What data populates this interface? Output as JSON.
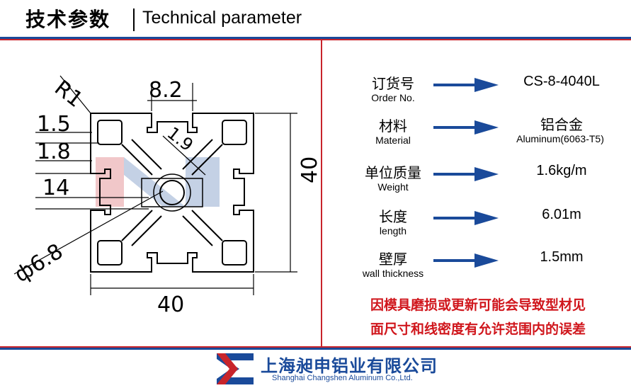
{
  "header": {
    "title_cn": "技术参数",
    "title_en": "Technical parameter"
  },
  "drawing": {
    "dim_r": "R1",
    "dim_slot": "8.2",
    "dim_1_5": "1.5",
    "dim_1_8": "1.8",
    "dim_1_9": "1.9",
    "dim_14": "14",
    "dim_height": "40",
    "dim_width": "40",
    "dim_hole": "ф6.8"
  },
  "params": [
    {
      "label_cn": "订货号",
      "label_en": "Order No.",
      "value": "CS-8-4040L",
      "sub": ""
    },
    {
      "label_cn": "材料",
      "label_en": "Material",
      "value": "铝合金",
      "sub": "Aluminum(6063-T5)"
    },
    {
      "label_cn": "单位质量",
      "label_en": "Weight",
      "value": "1.6kg/m",
      "sub": ""
    },
    {
      "label_cn": "长度",
      "label_en": "length",
      "value": "6.01m",
      "sub": ""
    },
    {
      "label_cn": "壁厚",
      "label_en": "wall thickness",
      "value": "1.5mm",
      "sub": ""
    }
  ],
  "note": {
    "line1": "因模具磨损或更新可能会导致型材见",
    "line2": "面尺寸和线密度有允许范围内的误差"
  },
  "footer": {
    "company_cn": "上海昶申铝业有限公司",
    "company_en": "Shanghai  Changshen Aluminum  Co.,Ltd."
  },
  "colors": {
    "blue": "#1a4a9a",
    "red": "#c8242b",
    "note_red": "#d0161c"
  },
  "icons": {
    "arrow": "arrow-right-icon",
    "logo": "company-logo-icon"
  }
}
